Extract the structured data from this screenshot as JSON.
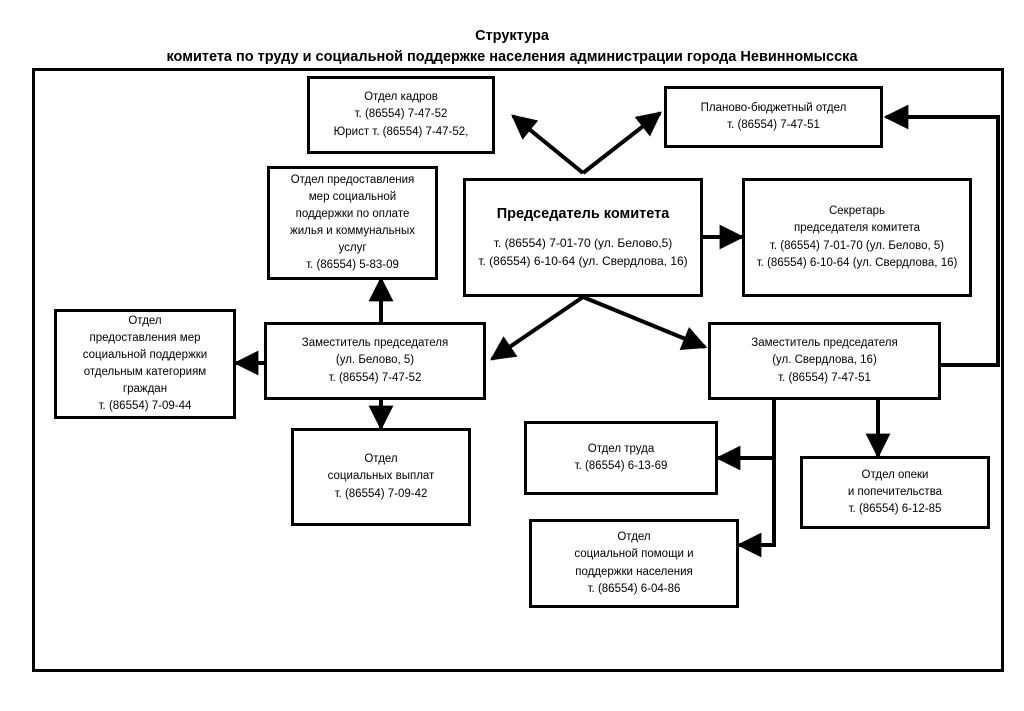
{
  "title": {
    "line1": "Структура",
    "line2": "комитета по труду и социальной поддержке населения администрации города Невинномысска"
  },
  "chart_data": {
    "type": "diagram",
    "subtype": "organizational-chart",
    "title": "Структура комитета по труду и социальной поддержке населения администрации города Невинномысска",
    "orientation": "top-down",
    "nodes": [
      {
        "id": "hr",
        "role": "department",
        "lines": [
          "Отдел кадров",
          "т. (86554)  7-47-52",
          "Юрист т. (86554) 7-47-52,"
        ]
      },
      {
        "id": "budget",
        "role": "department",
        "lines": [
          "Планово-бюджетный отдел",
          "т. (86554)  7-47-51"
        ]
      },
      {
        "id": "housing",
        "role": "department",
        "lines": [
          "Отдел предоставления",
          "мер социальной",
          "поддержки по оплате",
          "жилья и коммунальных",
          "услуг",
          "т. (86554)  5-83-09"
        ]
      },
      {
        "id": "chair",
        "role": "head",
        "head": "Председатель комитета",
        "lines": [
          "т. (86554)  7-01-70 (ул. Белово,5)",
          "т. (86554)  6-10-64 (ул. Свердлова, 16)"
        ]
      },
      {
        "id": "secretary",
        "role": "staff",
        "lines": [
          "Секретарь",
          "председателя комитета",
          "т. (86554)  7-01-70 (ул. Белово, 5)",
          "т. (86554)  6-10-64 (ул. Свердлова, 16)"
        ]
      },
      {
        "id": "categories",
        "role": "department",
        "lines": [
          "Отдел",
          "предоставления мер",
          "социальной поддержки",
          "отдельным категориям",
          "граждан",
          "т. (86554) 7-09-44"
        ]
      },
      {
        "id": "deputy-belovo",
        "role": "deputy",
        "lines": [
          "Заместитель председателя",
          "(ул. Белово, 5)",
          "т. (86554) 7-47-52"
        ]
      },
      {
        "id": "deputy-sverdlova",
        "role": "deputy",
        "lines": [
          "Заместитель председателя",
          "(ул. Свердлова, 16)",
          "т. (86554) 7-47-51"
        ]
      },
      {
        "id": "payments",
        "role": "department",
        "lines": [
          "Отдел",
          "социальных выплат",
          "т. (86554) 7-09-42"
        ]
      },
      {
        "id": "labor",
        "role": "department",
        "lines": [
          "Отдел труда",
          "т. (86554) 6-13-69"
        ]
      },
      {
        "id": "guardianship",
        "role": "department",
        "lines": [
          "Отдел опеки",
          "и попечительства",
          "т. (86554) 6-12-85"
        ]
      },
      {
        "id": "aid",
        "role": "department",
        "lines": [
          "Отдел",
          "социальной помощи и",
          "поддержки населения",
          "т. (86554) 6-04-86"
        ]
      }
    ],
    "edges": [
      {
        "from": "chair",
        "to": "hr",
        "style": "diagonal-arrow"
      },
      {
        "from": "chair",
        "to": "budget",
        "style": "diagonal-arrow"
      },
      {
        "from": "chair",
        "to": "secretary",
        "style": "straight-arrow"
      },
      {
        "from": "chair",
        "to": "deputy-belovo",
        "style": "diagonal-arrow"
      },
      {
        "from": "chair",
        "to": "deputy-sverdlova",
        "style": "diagonal-arrow"
      },
      {
        "from": "deputy-belovo",
        "to": "housing",
        "style": "elbow-arrow"
      },
      {
        "from": "deputy-belovo",
        "to": "categories",
        "style": "elbow-arrow"
      },
      {
        "from": "deputy-belovo",
        "to": "payments",
        "style": "elbow-arrow"
      },
      {
        "from": "deputy-sverdlova",
        "to": "guardianship",
        "style": "elbow-arrow"
      },
      {
        "from": "deputy-sverdlova",
        "to": "labor",
        "style": "elbow-arrow"
      },
      {
        "from": "deputy-sverdlova",
        "to": "aid",
        "style": "elbow-arrow"
      },
      {
        "from": "deputy-sverdlova",
        "to": "budget",
        "style": "elbow-arrow"
      }
    ],
    "colors": {
      "background": "#ffffff",
      "box_border": "#000000",
      "box_fill": "#ffffff",
      "connector": "#000000",
      "text": "#000000"
    }
  },
  "nodes": {
    "hr": {
      "l0": "Отдел кадров",
      "l1": "т. (86554)  7-47-52",
      "l2": "Юрист т. (86554) 7-47-52,"
    },
    "budget": {
      "l0": "Планово-бюджетный отдел",
      "l1": "т. (86554)  7-47-51"
    },
    "housing": {
      "l0": "Отдел предоставления",
      "l1": "мер социальной",
      "l2": "поддержки по оплате",
      "l3": "жилья и коммунальных",
      "l4": "услуг",
      "l5": "т. (86554)  5-83-09"
    },
    "chair": {
      "head": "Председатель комитета",
      "l0": "т. (86554)  7-01-70 (ул. Белово,5)",
      "l1": "т. (86554)  6-10-64 (ул. Свердлова, 16)"
    },
    "secretary": {
      "l0": "Секретарь",
      "l1": "председателя комитета",
      "l2": "т. (86554)  7-01-70 (ул. Белово, 5)",
      "l3": "т. (86554)  6-10-64 (ул. Свердлова, 16)"
    },
    "categories": {
      "l0": "Отдел",
      "l1": "предоставления мер",
      "l2": "социальной поддержки",
      "l3": "отдельным категориям",
      "l4": "граждан",
      "l5": "т. (86554) 7-09-44"
    },
    "deputyBelovo": {
      "l0": "Заместитель председателя",
      "l1": "(ул. Белово, 5)",
      "l2": "т. (86554) 7-47-52"
    },
    "deputySverdlova": {
      "l0": "Заместитель председателя",
      "l1": "(ул. Свердлова, 16)",
      "l2": "т. (86554) 7-47-51"
    },
    "payments": {
      "l0": "Отдел",
      "l1": "социальных выплат",
      "l2": "т. (86554) 7-09-42"
    },
    "labor": {
      "l0": "Отдел труда",
      "l1": "т. (86554) 6-13-69"
    },
    "guardianship": {
      "l0": "Отдел опеки",
      "l1": "и попечительства",
      "l2": "т. (86554) 6-12-85"
    },
    "aid": {
      "l0": "Отдел",
      "l1": "социальной помощи и",
      "l2": "поддержки населения",
      "l3": "т. (86554) 6-04-86"
    }
  }
}
